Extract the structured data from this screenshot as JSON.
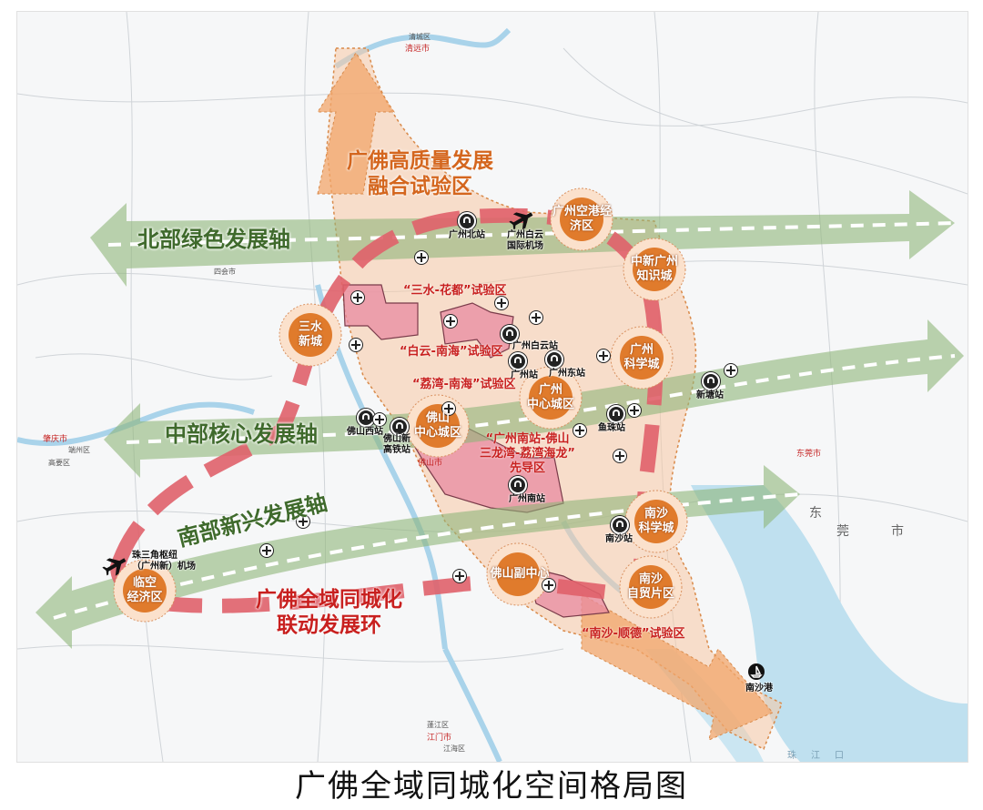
{
  "caption": "广佛全域同城化空间格局图",
  "colors": {
    "axis_green": "#8fb57a",
    "ring_red": "#e0606a",
    "zone_orange": "#f2a56b",
    "trial_pink": "#e88aa0",
    "node_orange": "#e07b2c",
    "water": "#bfe0ef",
    "label_red": "#c8201f",
    "label_green": "#3f6a2c",
    "label_orange": "#d4661e"
  },
  "axes": {
    "north": "北部绿色发展轴",
    "central": "中部核心发展轴",
    "south": "南部新兴发展轴"
  },
  "zones": {
    "fusion_zone_line1": "广佛高质量发展",
    "fusion_zone_line2": "融合试验区",
    "ring_line1": "广佛全域同城化",
    "ring_line2": "联动发展环"
  },
  "trial_areas": {
    "sanshui_huadu": "“三水-花都”试验区",
    "baiyun_nanhai": "“白云-南海”试验区",
    "liwan_nanhai": "“荔湾-南海”试验区",
    "nansha_shunde": "“南沙-顺德”试验区",
    "pilot_line1": "“广州南站-佛山",
    "pilot_line2": "三龙湾-荔湾海龙”",
    "pilot_line3": "先导区"
  },
  "nodes": {
    "airport_econ_line1": "广州空港经",
    "airport_econ_line2": "济区",
    "knowledge_city_line1": "中新广州",
    "knowledge_city_line2": "知识城",
    "sanshui_line1": "三水",
    "sanshui_line2": "新城",
    "science_city_line1": "广州",
    "science_city_line2": "科学城",
    "gz_center_line1": "广州",
    "gz_center_line2": "中心城区",
    "fs_center_line1": "佛山",
    "fs_center_line2": "中心城区",
    "nansha_sci_line1": "南沙",
    "nansha_sci_line2": "科学城",
    "nansha_ftz_line1": "南沙",
    "nansha_ftz_line2": "自贸片区",
    "fs_sub_center": "佛山副中心",
    "linkong_line1": "临空",
    "linkong_line2": "经济区"
  },
  "stations": {
    "gz_north": "广州北站",
    "baiyun_airport_line1": "广州白云",
    "baiyun_airport_line2": "国际机场",
    "gz_baiyun": "广州白云站",
    "gz_station": "广州站",
    "gz_east": "广州东站",
    "yuzhu": "鱼珠站",
    "xintang": "新塘站",
    "fs_west": "佛山西站",
    "fs_new_hsr_line1": "佛山新",
    "fs_new_hsr_line2": "高铁站",
    "gz_south": "广州南站",
    "nansha_station": "南沙站",
    "nansha_port": "南沙港",
    "prd_airport_line1": "珠三角枢纽",
    "prd_airport_line2": "（广州新）机场"
  },
  "cities": {
    "qingyuan": "清远市",
    "qingcheng": "清城区",
    "zhaoqing": "肇庆市",
    "duanzhou": "端州区",
    "gaoyao": "高要区",
    "dongguan": "东莞市",
    "jiangmen": "江门市",
    "pengjiang": "江海区",
    "xinhui": "蓬江区",
    "foshan": "佛山市",
    "sihui": "四会市"
  },
  "map_glyphs": {
    "dong": "东",
    "guan": "莞",
    "shi": "市",
    "zhu": "珠",
    "jiang": "江",
    "kou": "口"
  }
}
